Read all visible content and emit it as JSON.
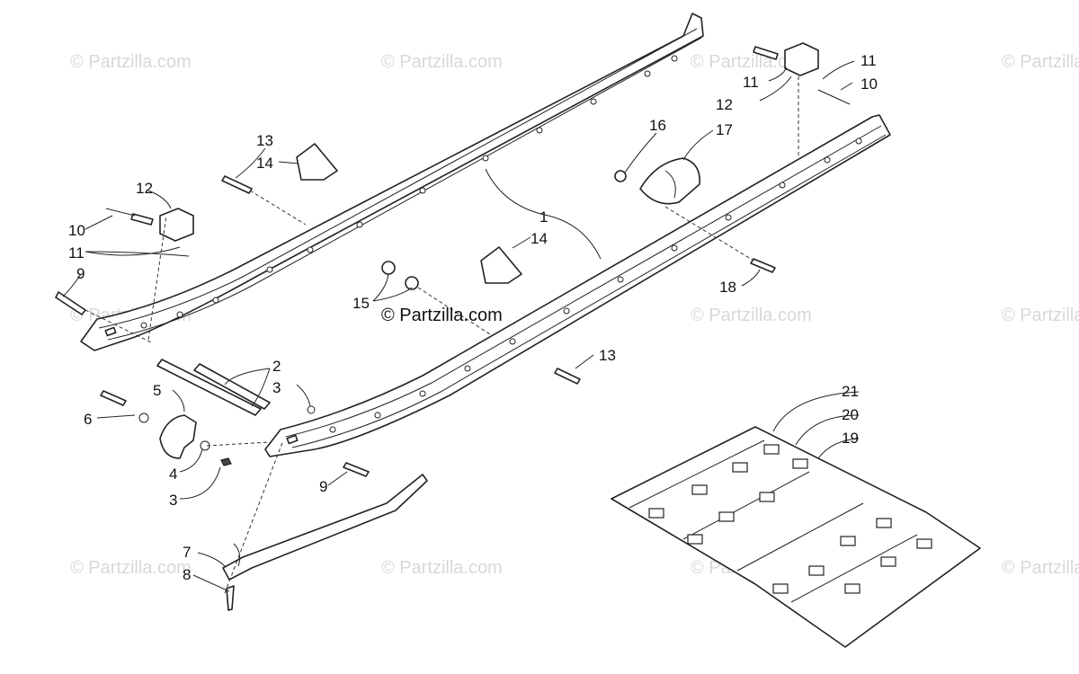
{
  "watermarks": {
    "text": "© Partzilla.com",
    "center_text": "© Partzilla.com"
  },
  "callouts": {
    "c1": "1",
    "c2": "2",
    "c3a": "3",
    "c3b": "3",
    "c4": "4",
    "c5": "5",
    "c6": "6",
    "c7": "7",
    "c8": "8",
    "c9a": "9",
    "c9b": "9",
    "c10a": "10",
    "c10b": "10",
    "c11a": "11",
    "c11b": "11",
    "c11c": "11",
    "c12a": "12",
    "c12b": "12",
    "c13a": "13",
    "c13b": "13",
    "c14a": "14",
    "c14b": "14",
    "c15": "15",
    "c16": "16",
    "c17": "17",
    "c18": "18",
    "c19": "19",
    "c20": "20",
    "c21": "21"
  },
  "colors": {
    "line": "#222222",
    "watermark": "#d8d8d8",
    "background": "#ffffff"
  }
}
